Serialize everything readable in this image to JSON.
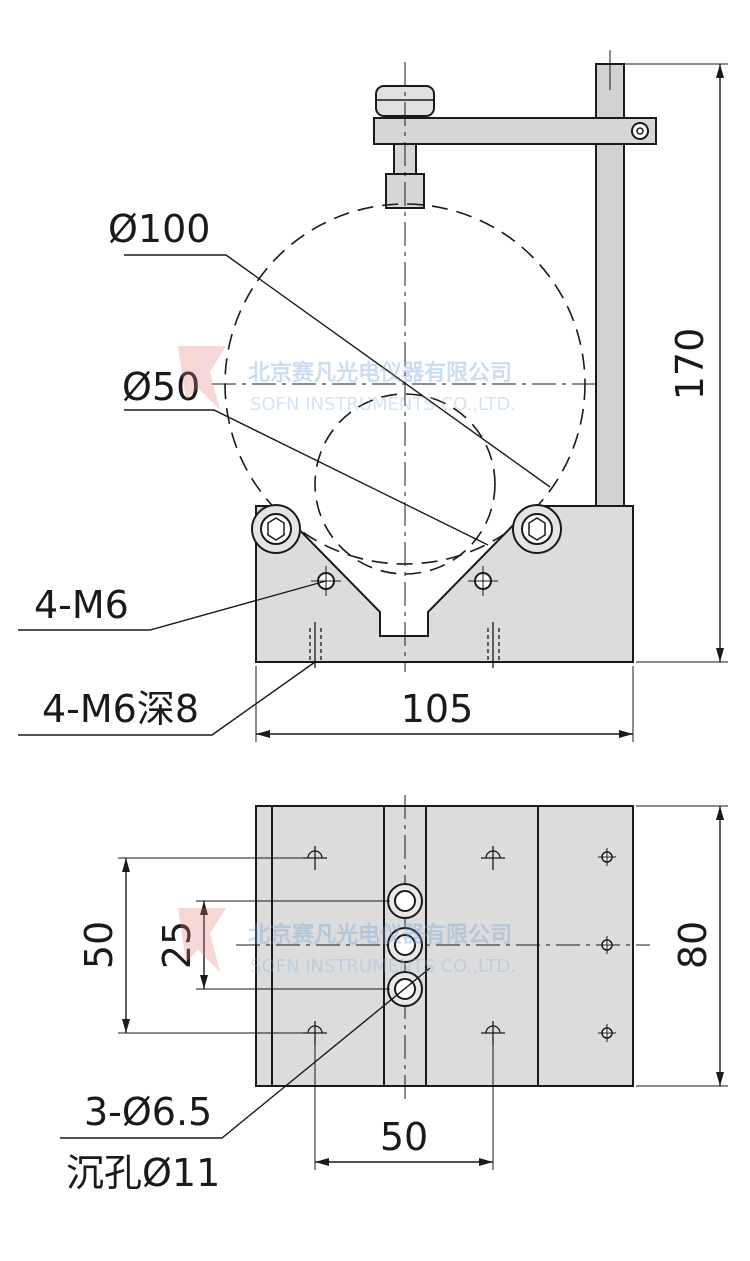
{
  "front_view": {
    "dia_large": "Ø100",
    "dia_small": "Ø50",
    "holes_side": "4-M6",
    "holes_bottom": "4-M6深8",
    "width": "105",
    "height": "170"
  },
  "bottom_view": {
    "hole_spacing_v": "50",
    "slot_spacing": "25",
    "width": "80",
    "hole_spacing_h": "50",
    "counterbore_qty": "3-Ø6.5",
    "counterbore_dia": "沉孔Ø11"
  },
  "watermark": {
    "company_cn": "北京赛凡光电仪器有限公司",
    "company_en": "SOFN INSTRUMENTS CO.,LTD."
  },
  "colors": {
    "line": "#1a1a1a",
    "body_fill": "#dcdcdc",
    "rod_fill": "#d2d2d2",
    "watermark": "#6f9ed8"
  }
}
